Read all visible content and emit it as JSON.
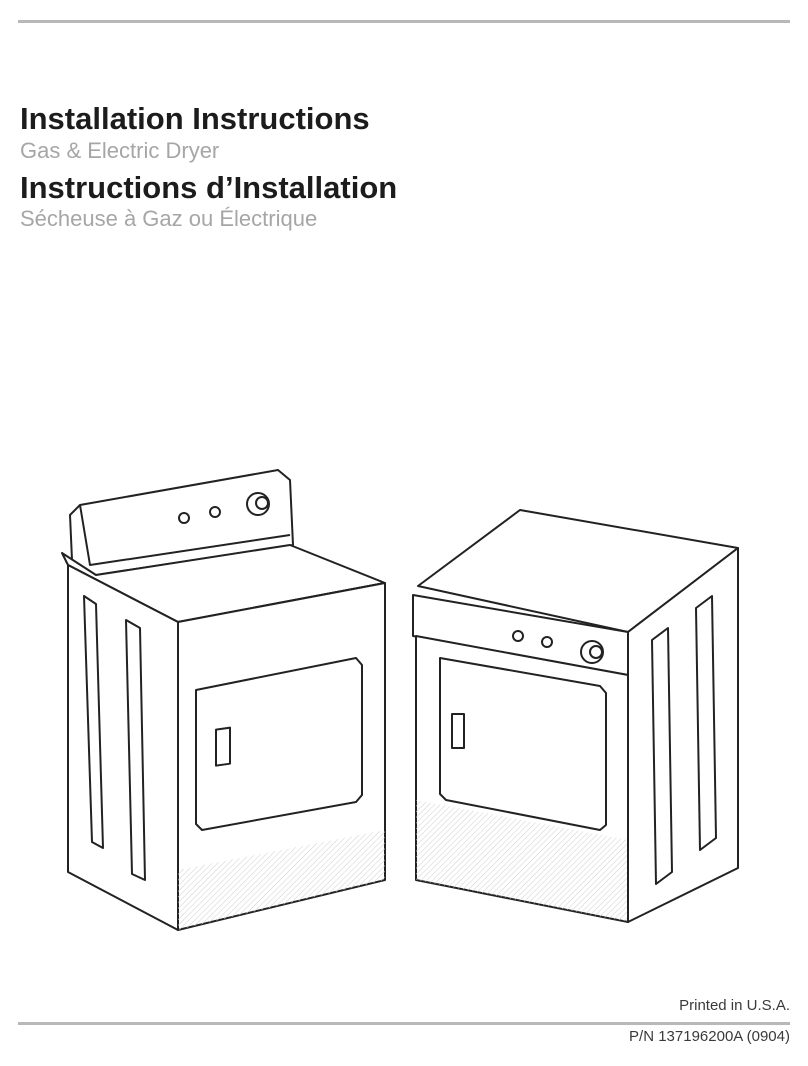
{
  "title": "Installation Instructions",
  "subtitle": "Gas & Electric Dryer",
  "title_fr": "Instructions d’Installation",
  "subtitle_fr": "Sécheuse à Gaz ou Électrique",
  "footer": {
    "printed": "Printed in U.S.A.",
    "part_number": "P/N 137196200A (0904)"
  },
  "colors": {
    "title": "#1c1c1c",
    "subtitle": "#a6a6a6",
    "rule": "#b8b8b8"
  }
}
